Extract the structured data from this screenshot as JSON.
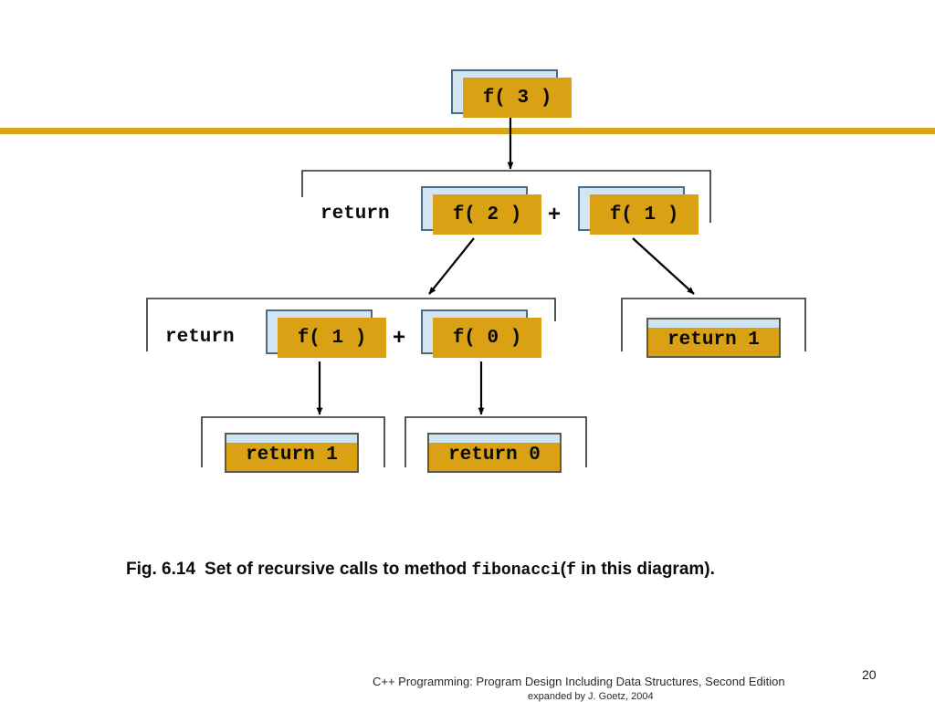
{
  "slide": {
    "page_number": "20",
    "divider_color": "#D7A41A",
    "box_fill_color": "#D9A113",
    "box_plate_color": "#D3E5F3",
    "box_border_color": "#4B6A86",
    "leaf_border_color": "#5C5A4A"
  },
  "diagram": {
    "title_note": "Set of recursive calls to fibonacci",
    "nodes": [
      {
        "id": "f3",
        "label": "f( 3 )",
        "kind": "call",
        "level": 0
      },
      {
        "id": "f2",
        "label": "f( 2 )",
        "kind": "call",
        "level": 1
      },
      {
        "id": "f1a",
        "label": "f( 1 )",
        "kind": "call",
        "level": 1
      },
      {
        "id": "f1b",
        "label": "f( 1 )",
        "kind": "call",
        "level": 2
      },
      {
        "id": "f0",
        "label": "f( 0 )",
        "kind": "call",
        "level": 2
      },
      {
        "id": "ret1r",
        "label": "return 1",
        "kind": "leaf",
        "level": 2
      },
      {
        "id": "ret1l",
        "label": "return 1",
        "kind": "leaf",
        "level": 3
      },
      {
        "id": "ret0",
        "label": "return 0",
        "kind": "leaf",
        "level": 3
      }
    ],
    "keywords": [
      {
        "id": "kw1",
        "text": "return"
      },
      {
        "id": "kw2",
        "text": "return"
      }
    ],
    "operators": [
      {
        "id": "plus1",
        "text": "+"
      },
      {
        "id": "plus2",
        "text": "+"
      }
    ],
    "edges": [
      {
        "from": "f3",
        "to": "level1-bracket"
      },
      {
        "from": "f2",
        "to": "level2-left-bracket"
      },
      {
        "from": "f1a",
        "to": "level2-right-bracket"
      },
      {
        "from": "f1b",
        "to": "level3-left-bracket"
      },
      {
        "from": "f0",
        "to": "level3-right-bracket"
      }
    ]
  },
  "caption": {
    "fig_label": "Fig. 6.14",
    "text_before": "Set of recursive calls to method",
    "code_1": "fibonacci",
    "text_middle": "(",
    "code_2": "f",
    "text_after": "in this diagram)."
  },
  "footer": {
    "line1": "C++ Programming: Program Design Including Data Structures, Second Edition",
    "line2": "expanded by J. Goetz, 2004"
  }
}
